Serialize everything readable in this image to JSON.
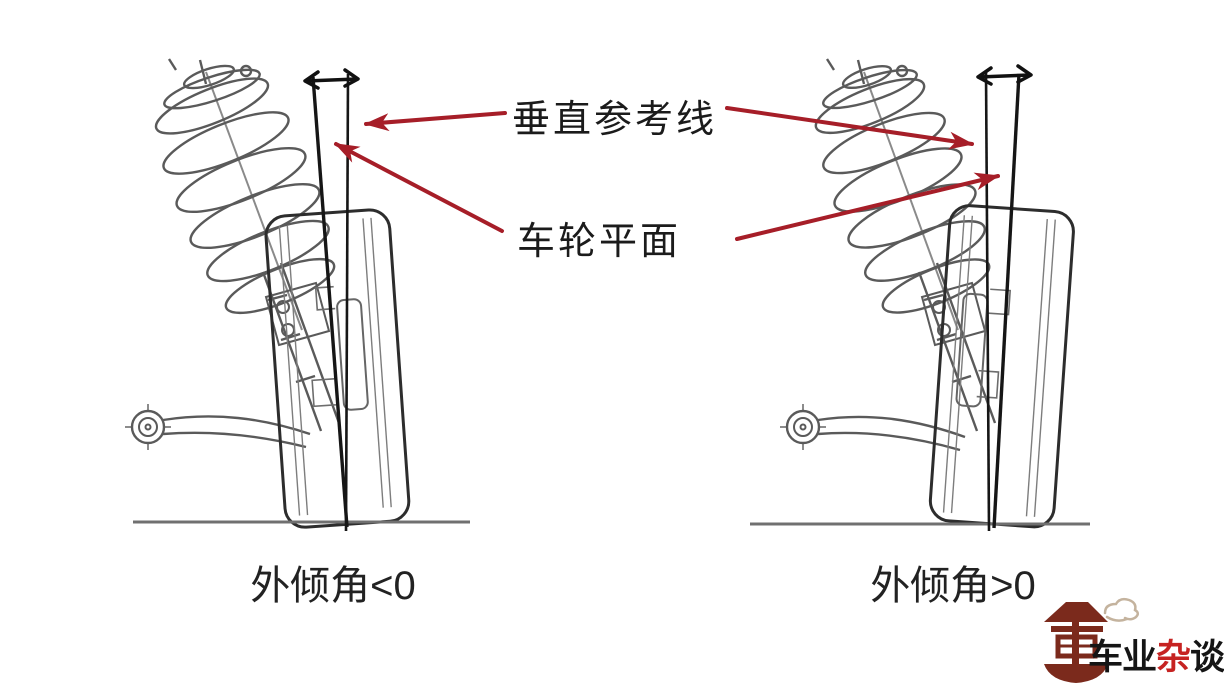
{
  "diagram": {
    "vertical_reference_label": "垂直参考线",
    "wheel_plane_label": "车轮平面",
    "left_caption": "外倾角<0",
    "right_caption": "外倾角>0"
  },
  "logo": {
    "mark": "stylized-che-character-with-cloud",
    "text_black_1": "车业",
    "text_red": "杂",
    "text_black_2": "谈"
  },
  "icons": {
    "camber_gap_icon": "left-right-double-arrow",
    "pointer_icon": "red-arrow"
  },
  "colors": {
    "arrow_red": "#a61e28",
    "sketch_gray": "#5a5a5a",
    "reference_line_black": "#161616",
    "ground_gray": "#707070",
    "logo_maroon": "#7b2a1c",
    "logo_red": "#c62322",
    "text_black": "#1b1b1b"
  }
}
